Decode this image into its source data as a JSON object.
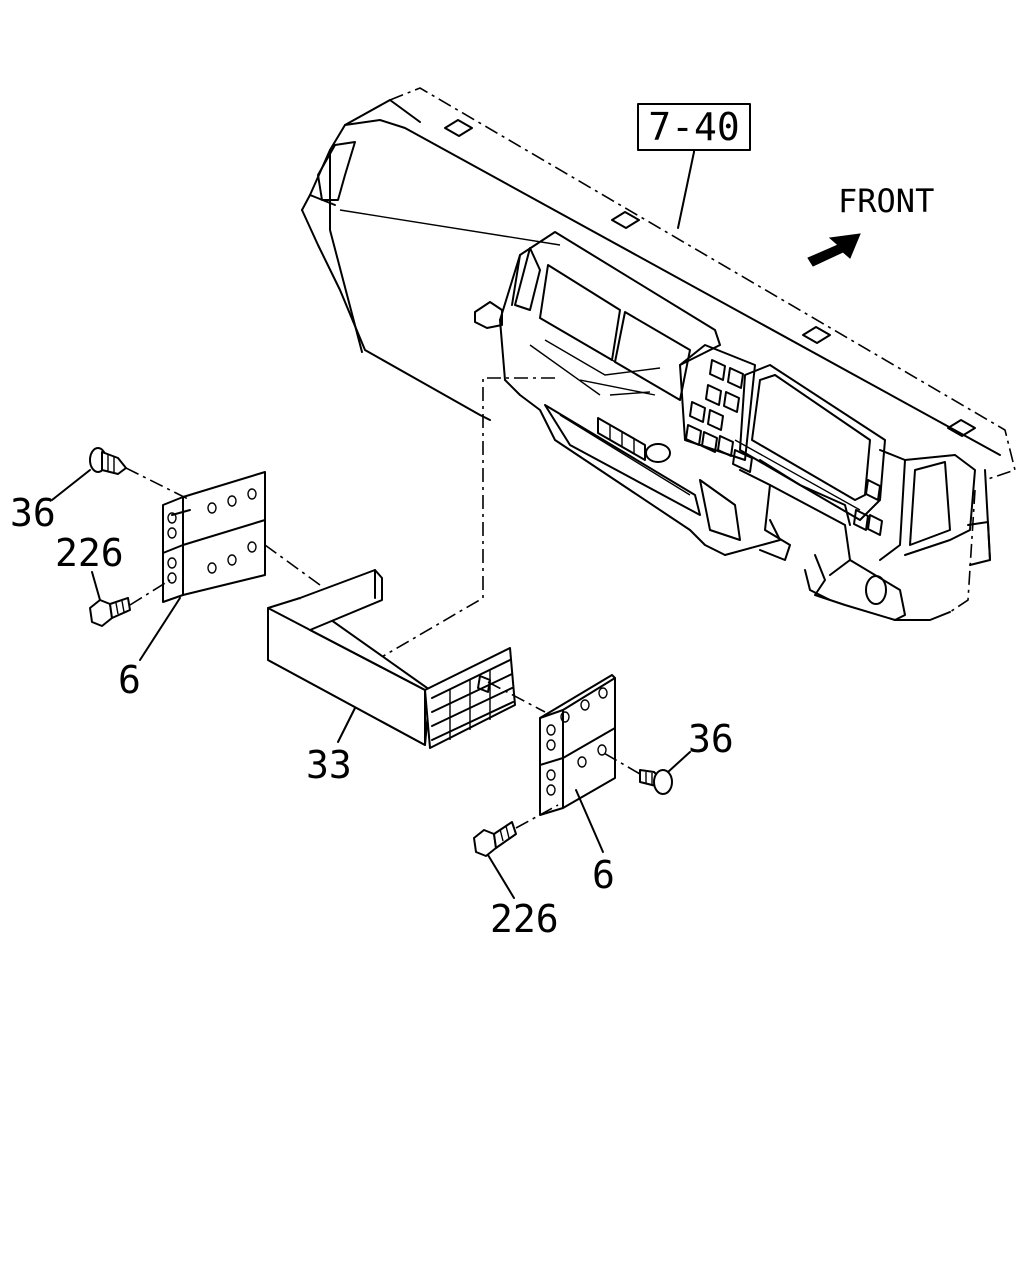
{
  "reference_box": "7-40",
  "front_label": "FRONT",
  "callouts": {
    "screw_left": "36",
    "bolt_left": "226",
    "bracket_left": "6",
    "pocket": "33",
    "screw_right": "36",
    "bracket_right": "6",
    "bolt_right": "226"
  },
  "colors": {
    "ink": "#000000",
    "paper": "#ffffff"
  }
}
